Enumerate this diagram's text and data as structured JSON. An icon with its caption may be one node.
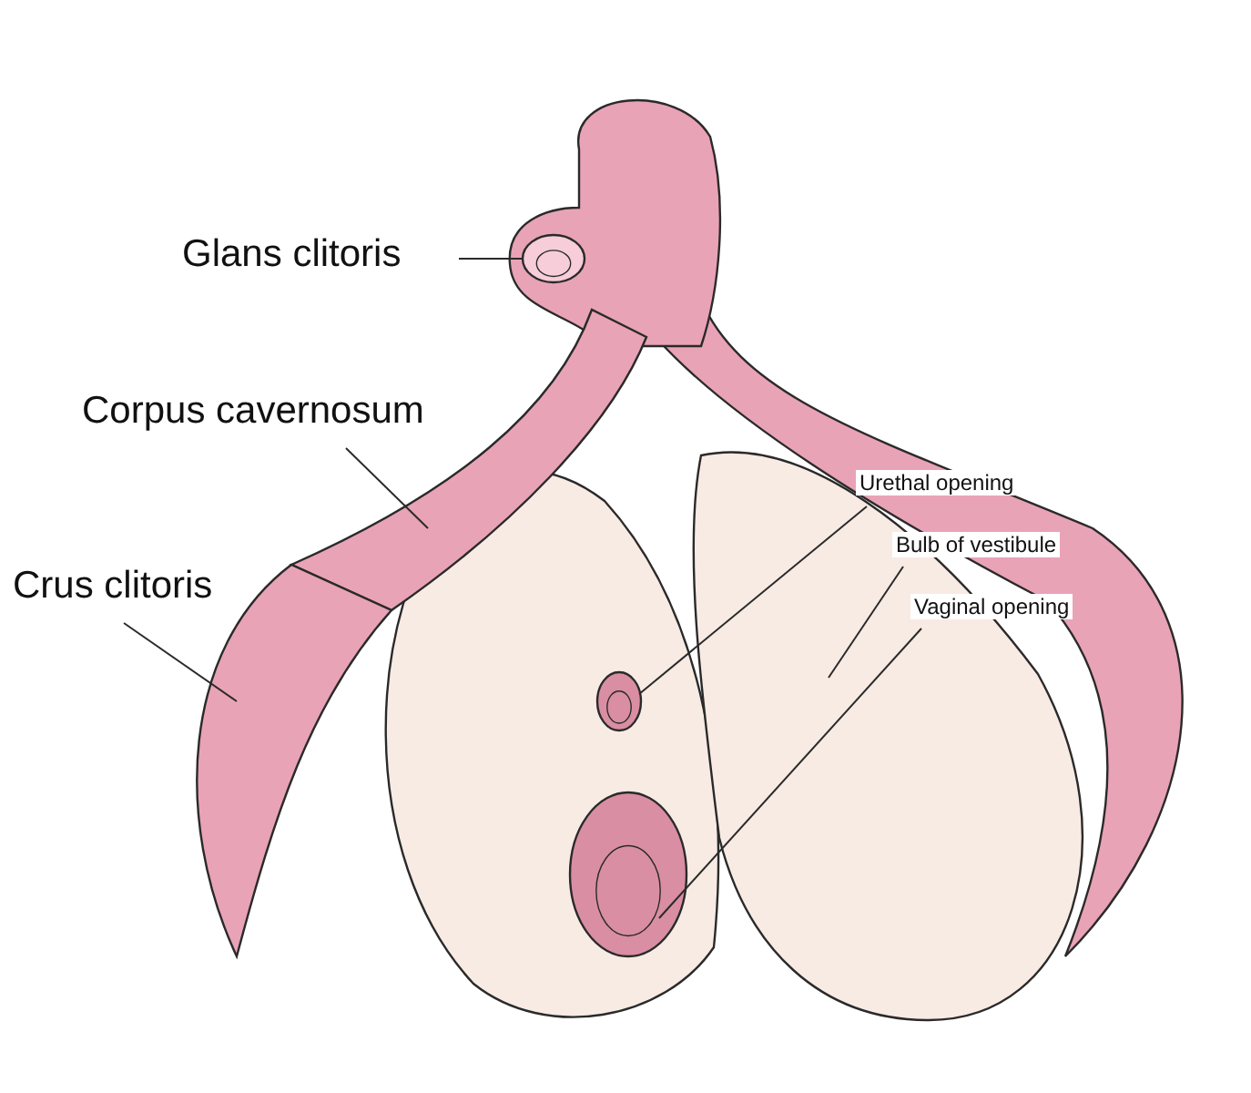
{
  "diagram": {
    "nodes": [
      {
        "text": [
          "Glans clitoris"
        ]
      },
      {
        "text": [
          "Corpus cavernosum"
        ]
      },
      {
        "text": [
          "Crus clitoris"
        ]
      },
      {
        "text": [
          "Urethal opening"
        ]
      },
      {
        "text": [
          "Bulb of vestibule"
        ]
      },
      {
        "text": [
          "Vaginal opening"
        ]
      },
      {
        "text": [],
        "shape": "circle"
      },
      {
        "text": [],
        "shape": "picture"
      },
      {
        "text": [],
        "shape": "picture"
      },
      {
        "text": [],
        "shape": "circle"
      },
      {
        "text": [],
        "shape": "picture"
      },
      {
        "text": [],
        "shape": "circle"
      }
    ],
    "edges": [
      {
        "from": 0,
        "to": 6,
        "arrow": "none"
      },
      {
        "from": 1,
        "to": 7,
        "arrow": "none"
      },
      {
        "from": 2,
        "to": 8,
        "arrow": "none"
      },
      {
        "from": 3,
        "to": 9,
        "arrow": "none"
      },
      {
        "from": 4,
        "to": 10,
        "arrow": "none"
      },
      {
        "from": 5,
        "to": 11,
        "arrow": "none"
      }
    ]
  }
}
